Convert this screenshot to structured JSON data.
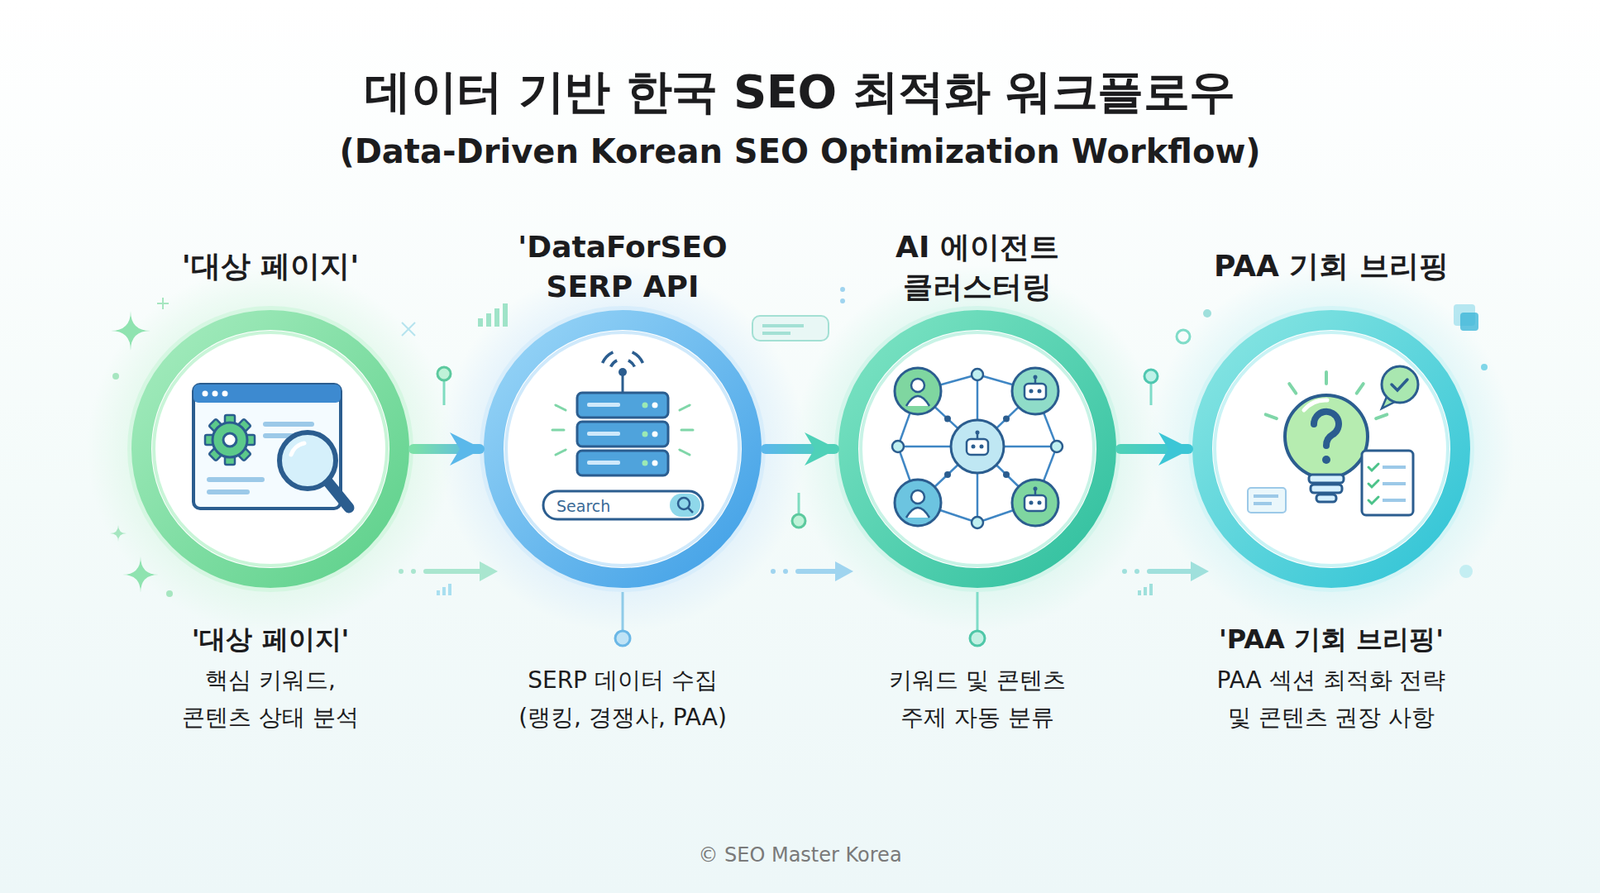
{
  "diagram": {
    "title": "데이터 기반 한국 SEO 최적화 워크플로우",
    "nodes": [
      {
        "text": [
          "'대상 페이지'",
          "'대상 페이지'",
          "핵심 키워드, 콘텐츠 상태 분석"
        ]
      },
      {
        "text": [
          "'DataForSEO SERP API",
          "SERP 데이터 수집 (랭킹, 경쟁사, PAA)"
        ]
      },
      {
        "text": [
          "AI 에이전트 클러스터링",
          "키워드 및 콘텐츠 주제 자동 분류"
        ]
      },
      {
        "text": [
          "PAA 기회 브리핑",
          "'PAA 기회 브리핑'",
          "PAA 섹션 최적화 전략 및 콘텐츠 권장 사항"
        ]
      }
    ],
    "edges": [
      {
        "from": 0,
        "to": 1,
        "arrow": "to"
      },
      {
        "from": 1,
        "to": 2,
        "arrow": "to"
      },
      {
        "from": 2,
        "to": 3,
        "arrow": "to"
      }
    ],
    "labels": [
      "(Data-Driven Korean SEO Optimization Workflow)",
      "Search",
      "© SEO Master Korea"
    ]
  }
}
